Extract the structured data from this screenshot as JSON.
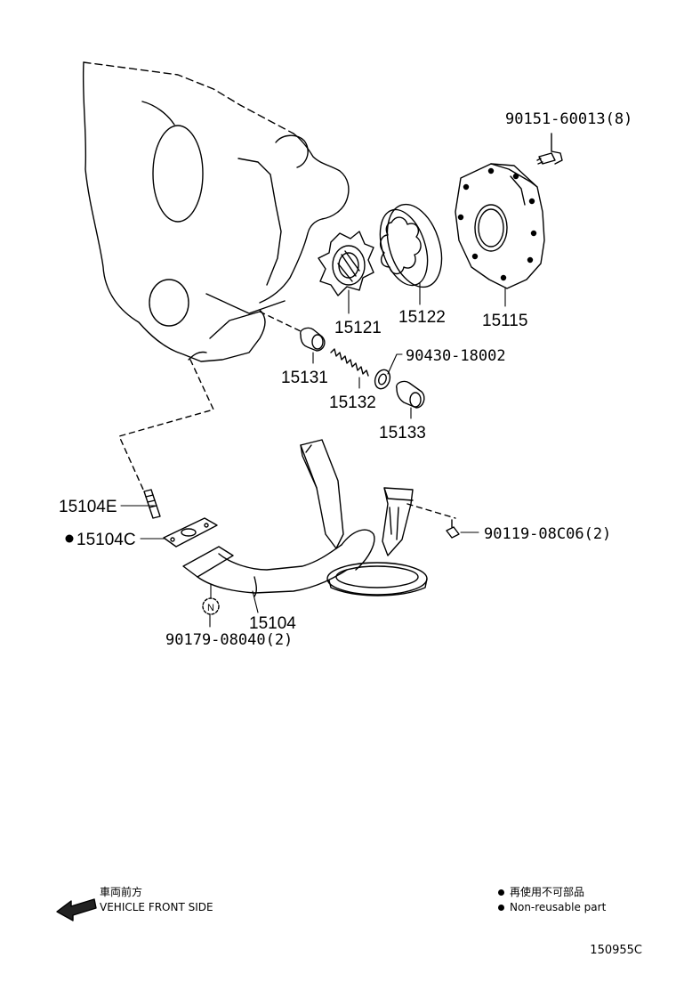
{
  "parts": {
    "bolt_top": "90151-60013(8)",
    "rotor_drive": "15121",
    "rotor_driven": "15122",
    "cover": "15115",
    "relief_valve": "15131",
    "spring": "15132",
    "gasket_washer": "90430-18002",
    "plug": "15133",
    "stud": "15104E",
    "gasket": "15104C",
    "bolt_right": "90119-08C06(2)",
    "strainer": "15104",
    "nut_marker": "N",
    "nut": "90179-08040(2)"
  },
  "legend": {
    "front_jp": "車両前方",
    "front_en": "VEHICLE FRONT SIDE",
    "nonreuse_jp": "再使用不可部品",
    "nonreuse_en": "Non-reusable part"
  },
  "figure_code": "150955C"
}
